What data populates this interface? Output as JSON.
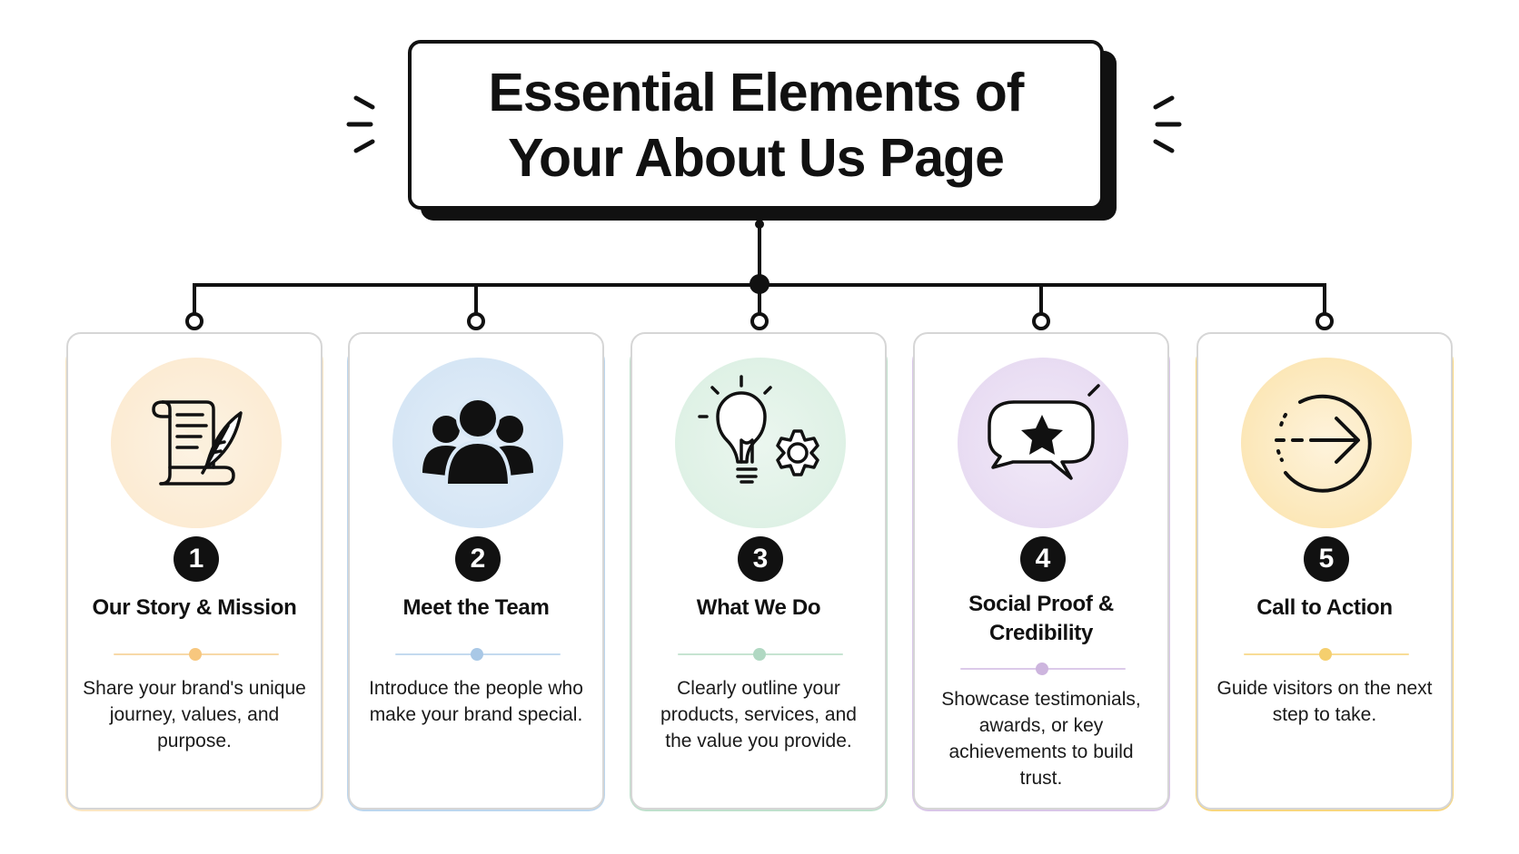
{
  "title": {
    "line1": "Essential Elements of",
    "line2": "Your About Us Page"
  },
  "cards": [
    {
      "number": "1",
      "title": "Our Story & Mission",
      "description": "Share your brand's unique journey, values, and purpose.",
      "icon": "scroll-quill-icon",
      "color": "#f7c77e",
      "tint": "#fdf1e0"
    },
    {
      "number": "2",
      "title": "Meet the Team",
      "description": "Introduce the people who make your brand special.",
      "icon": "team-people-icon",
      "color": "#a9c8e6",
      "tint": "#d9e8f6"
    },
    {
      "number": "3",
      "title": "What We Do",
      "description": "Clearly outline your products, services, and the value you provide.",
      "icon": "lightbulb-gear-icon",
      "color": "#b0d8c2",
      "tint": "#e2f3e8"
    },
    {
      "number": "4",
      "title": "Social Proof & Credibility",
      "description": "Showcase testimonials, awards, or key achievements to build trust.",
      "icon": "star-speech-bubble-icon",
      "color": "#cdb5de",
      "tint": "#ece2f4"
    },
    {
      "number": "5",
      "title": "Call to Action",
      "description": "Guide visitors on the next step to take.",
      "icon": "arrow-circle-icon",
      "color": "#f5cf6e",
      "tint": "#fdecc6"
    }
  ]
}
